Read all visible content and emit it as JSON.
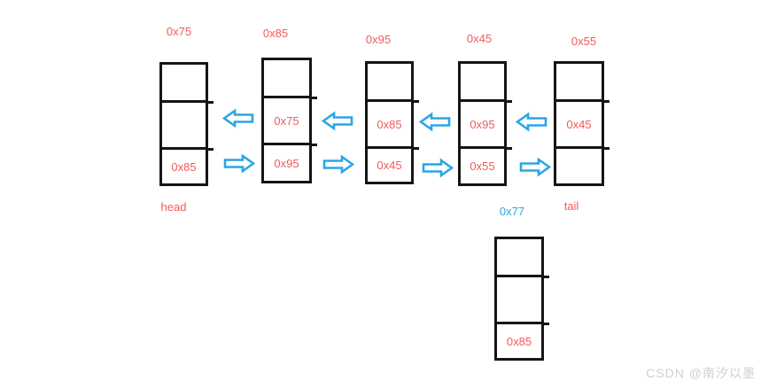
{
  "diagram_type": "doubly-linked-list",
  "watermark": "CSDN @南汐以墨",
  "colors": {
    "node_border": "#151515",
    "address_red": "#f25a5a",
    "address_blue": "#2aa6e2",
    "arrow_blue": "#2aa6e2",
    "watermark_gray": "#cfcfcf"
  },
  "nodes": [
    {
      "address": "0x75",
      "address_color": "red",
      "cells": [
        "",
        "",
        "0x85"
      ],
      "caption": "head"
    },
    {
      "address": "0x85",
      "address_color": "red",
      "cells": [
        "",
        "0x75",
        "0x95"
      ],
      "caption": ""
    },
    {
      "address": "0x95",
      "address_color": "red",
      "cells": [
        "",
        "0x85",
        "0x45"
      ],
      "caption": ""
    },
    {
      "address": "0x45",
      "address_color": "red",
      "cells": [
        "",
        "0x95",
        "0x55"
      ],
      "caption": ""
    },
    {
      "address": "0x55",
      "address_color": "red",
      "cells": [
        "",
        "0x45",
        ""
      ],
      "caption": "tail"
    },
    {
      "address": "0x77",
      "address_color": "blue",
      "cells": [
        "",
        "",
        "0x85"
      ],
      "caption": ""
    }
  ],
  "arrows": [
    {
      "dir": "left",
      "between": [
        "0x75",
        "0x85"
      ]
    },
    {
      "dir": "right",
      "between": [
        "0x75",
        "0x85"
      ]
    },
    {
      "dir": "left",
      "between": [
        "0x85",
        "0x95"
      ]
    },
    {
      "dir": "right",
      "between": [
        "0x85",
        "0x95"
      ]
    },
    {
      "dir": "left",
      "between": [
        "0x95",
        "0x45"
      ]
    },
    {
      "dir": "right",
      "between": [
        "0x95",
        "0x45"
      ]
    },
    {
      "dir": "left",
      "between": [
        "0x45",
        "0x55"
      ]
    },
    {
      "dir": "right",
      "between": [
        "0x45",
        "0x55"
      ]
    }
  ]
}
